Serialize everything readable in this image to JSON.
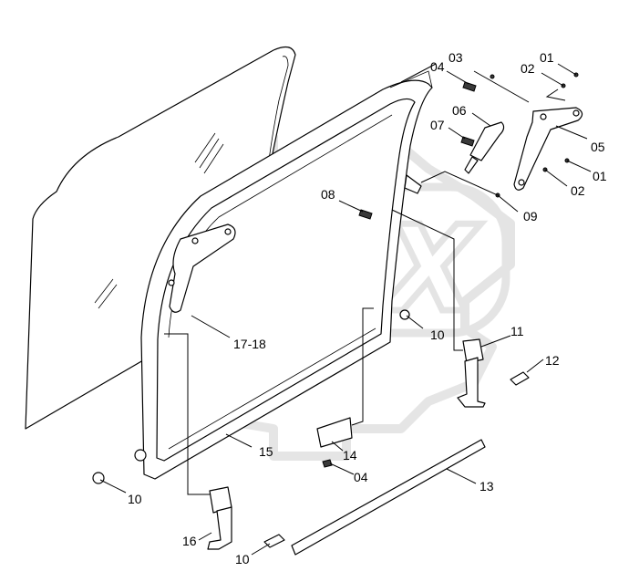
{
  "diagram": {
    "watermark": "OPEX",
    "callouts": [
      {
        "id": "c01a",
        "text": "01"
      },
      {
        "id": "c02a",
        "text": "02"
      },
      {
        "id": "c03",
        "text": "03"
      },
      {
        "id": "c04a",
        "text": "04"
      },
      {
        "id": "c05",
        "text": "05"
      },
      {
        "id": "c06",
        "text": "06"
      },
      {
        "id": "c07",
        "text": "07"
      },
      {
        "id": "c01b",
        "text": "01"
      },
      {
        "id": "c02b",
        "text": "02"
      },
      {
        "id": "c08",
        "text": "08"
      },
      {
        "id": "c09",
        "text": "09"
      },
      {
        "id": "c10a",
        "text": "10"
      },
      {
        "id": "c11",
        "text": "11"
      },
      {
        "id": "c12",
        "text": "12"
      },
      {
        "id": "c1718",
        "text": "17-18"
      },
      {
        "id": "c15",
        "text": "15"
      },
      {
        "id": "c14",
        "text": "14"
      },
      {
        "id": "c04b",
        "text": "04"
      },
      {
        "id": "c13",
        "text": "13"
      },
      {
        "id": "c10b",
        "text": "10"
      },
      {
        "id": "c16",
        "text": "16"
      },
      {
        "id": "c10c",
        "text": "10"
      }
    ]
  }
}
